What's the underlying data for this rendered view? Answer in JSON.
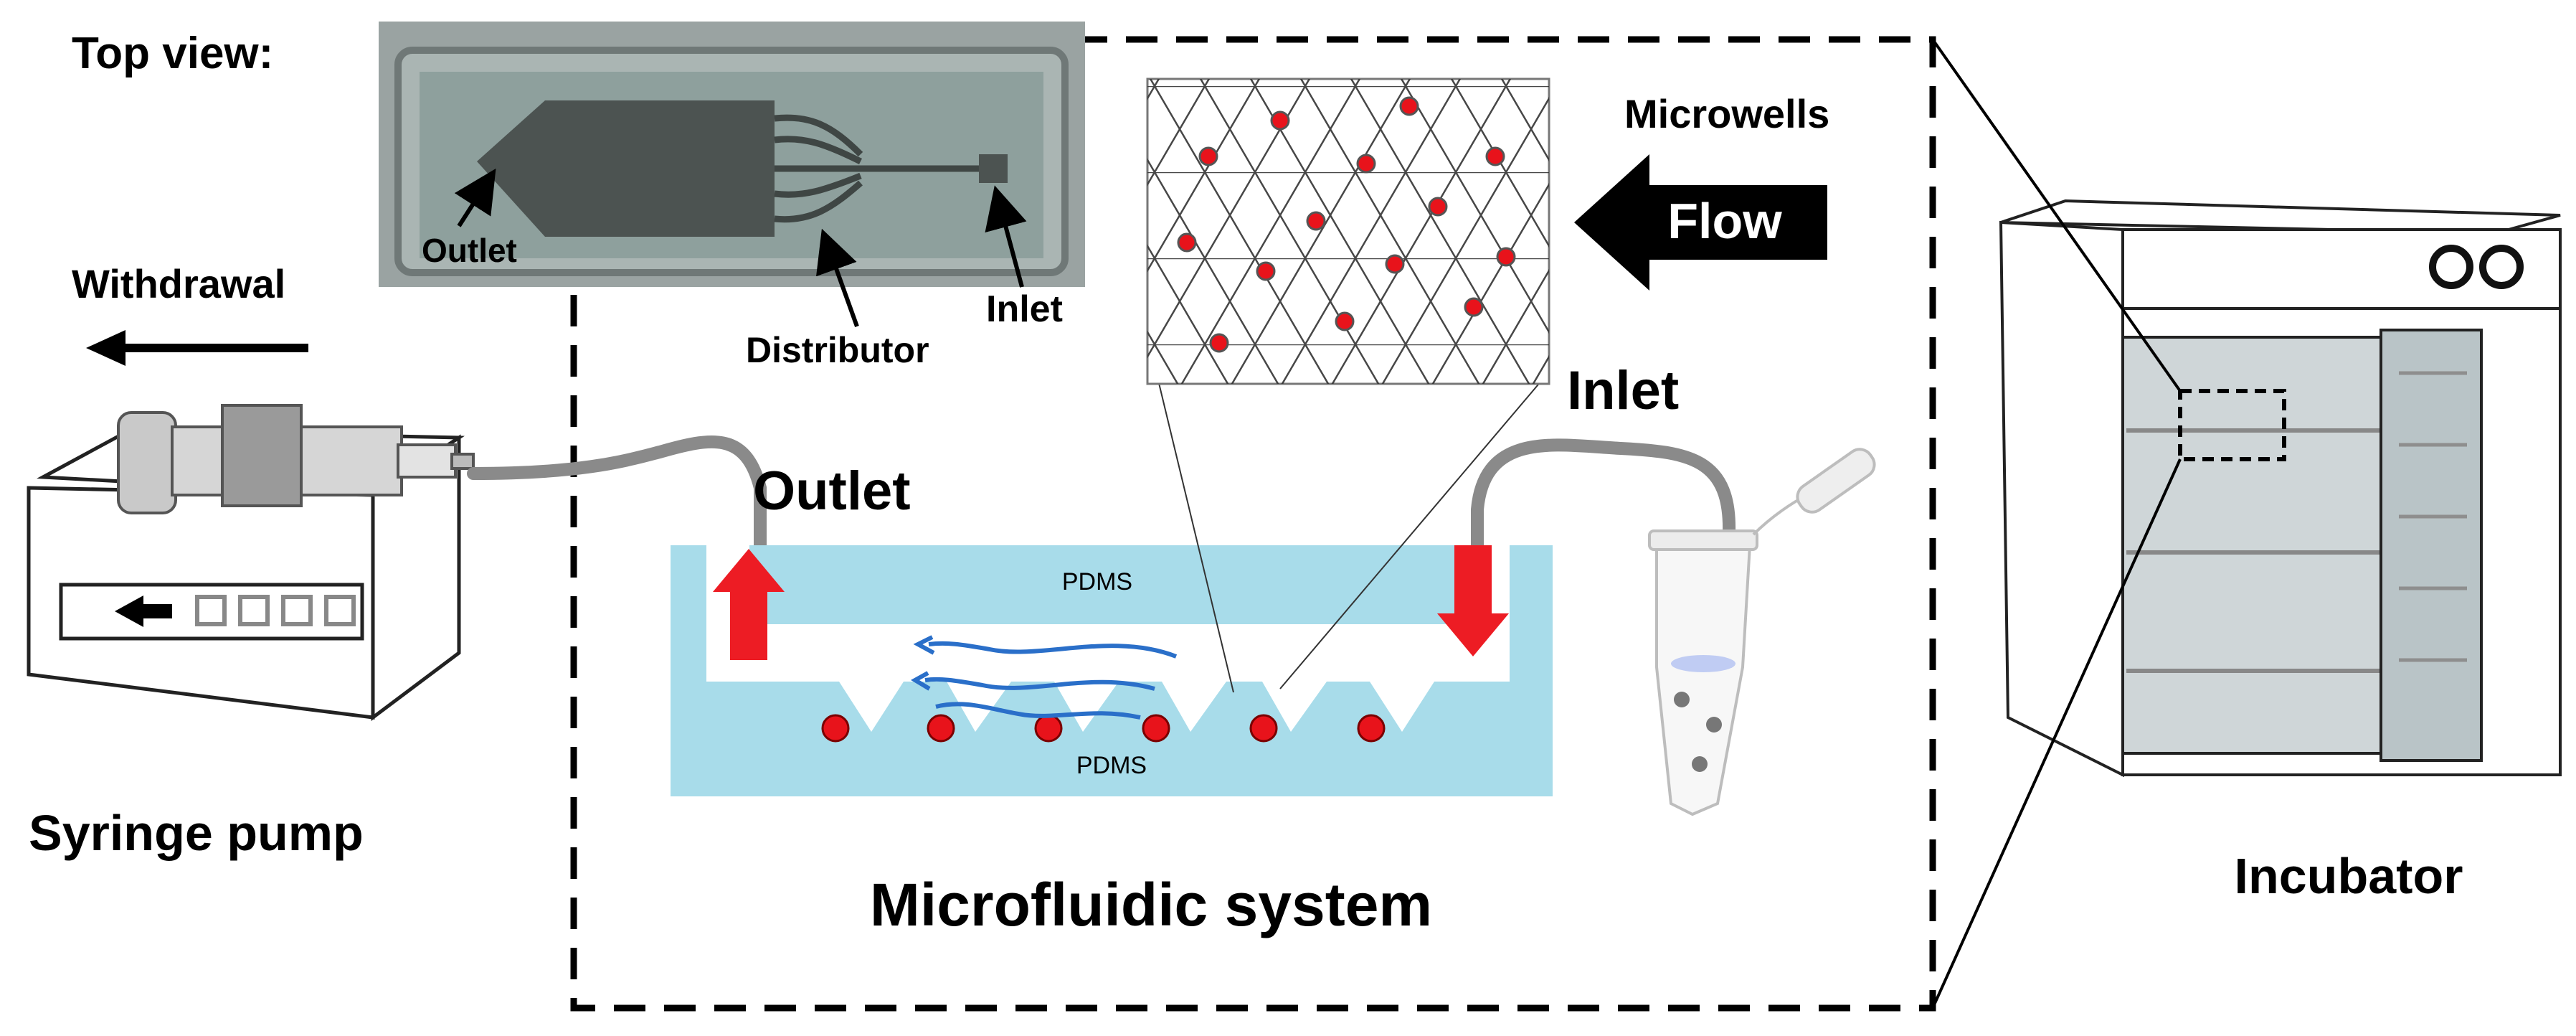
{
  "labels": {
    "top_view": "Top view:",
    "photo_outlet": "Outlet",
    "photo_distributor": "Distributor",
    "photo_inlet": "Inlet",
    "withdrawal": "Withdrawal",
    "syringe_pump": "Syringe pump",
    "microwells": "Microwells",
    "flow": "Flow",
    "outlet": "Outlet",
    "inlet": "Inlet",
    "pdms_top": "PDMS",
    "pdms_bottom": "PDMS",
    "microfluidic_system": "Microfluidic system",
    "incubator": "Incubator"
  },
  "colors": {
    "pdms": "#a8dcea",
    "channel": "#ffffff",
    "cell": "#e8131b",
    "arrow_red": "#ed1c24",
    "flow_lines": "#2a6fc9",
    "tubing": "#8a8a8a",
    "photo_bg": "#8f9a99",
    "photo_channel": "#4b5250"
  }
}
